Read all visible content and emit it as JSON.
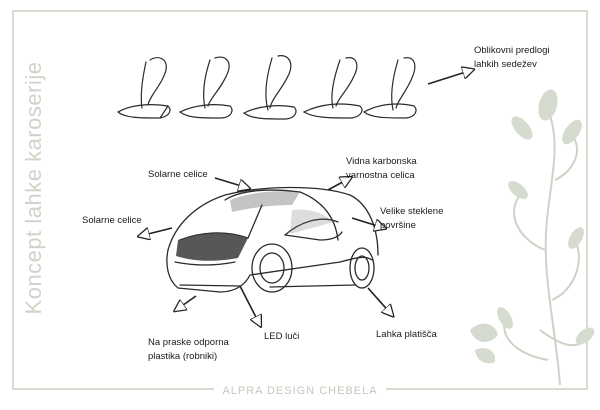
{
  "title": "Koncept lahke karoserije",
  "footer": "ALPRA DESIGN CHEBELA",
  "labels": {
    "seats": "Oblikovni predlogi\nlahkih sedežev",
    "solar_top": "Solarne celice",
    "carbon": "Vidna karbonska\nvarnostna celica",
    "solar_left": "Solarne celice",
    "glass": "Velike steklene\npovršine",
    "plastic": "Na praske odporna\nplastika (robniki)",
    "led": "LED luči",
    "rims": "Lahka platišča"
  },
  "colors": {
    "frame": "#d7dccf",
    "title": "#cfd4c8",
    "sketch": "#2b2b2b",
    "floral": "#cdd3c5"
  }
}
